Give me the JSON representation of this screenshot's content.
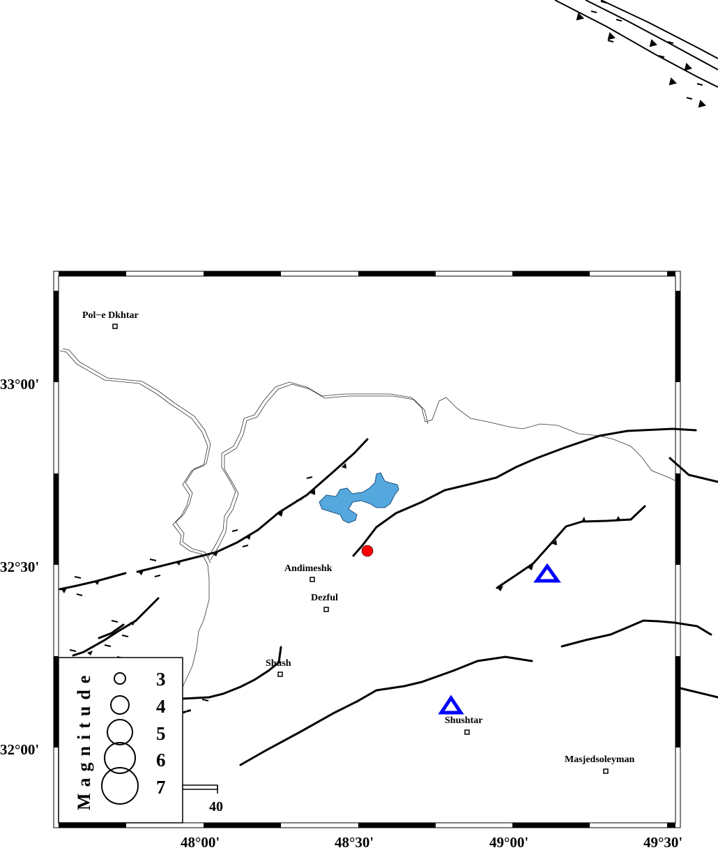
{
  "map": {
    "lat_labels": [
      "33°00'",
      "32°30'",
      "32°00'"
    ],
    "lon_labels": [
      "48°00'",
      "48°30'",
      "49°00'",
      "49°30'"
    ],
    "cities": [
      {
        "name": "Pol−e Dkhtar"
      },
      {
        "name": "Andimeshk"
      },
      {
        "name": "Dezful"
      },
      {
        "name": "Shush"
      },
      {
        "name": "Shushtar"
      },
      {
        "name": "Masjedsoleyman"
      }
    ],
    "epicenter": {
      "color": "#ff0000"
    },
    "stations": {
      "color": "#0000ff",
      "count": 2
    },
    "reservoir": {
      "color": "#55a8dd"
    },
    "legend": {
      "title": "Magnitude",
      "values": [
        "3",
        "4",
        "5",
        "6",
        "7"
      ]
    },
    "scale_bar": {
      "label": "40"
    }
  }
}
